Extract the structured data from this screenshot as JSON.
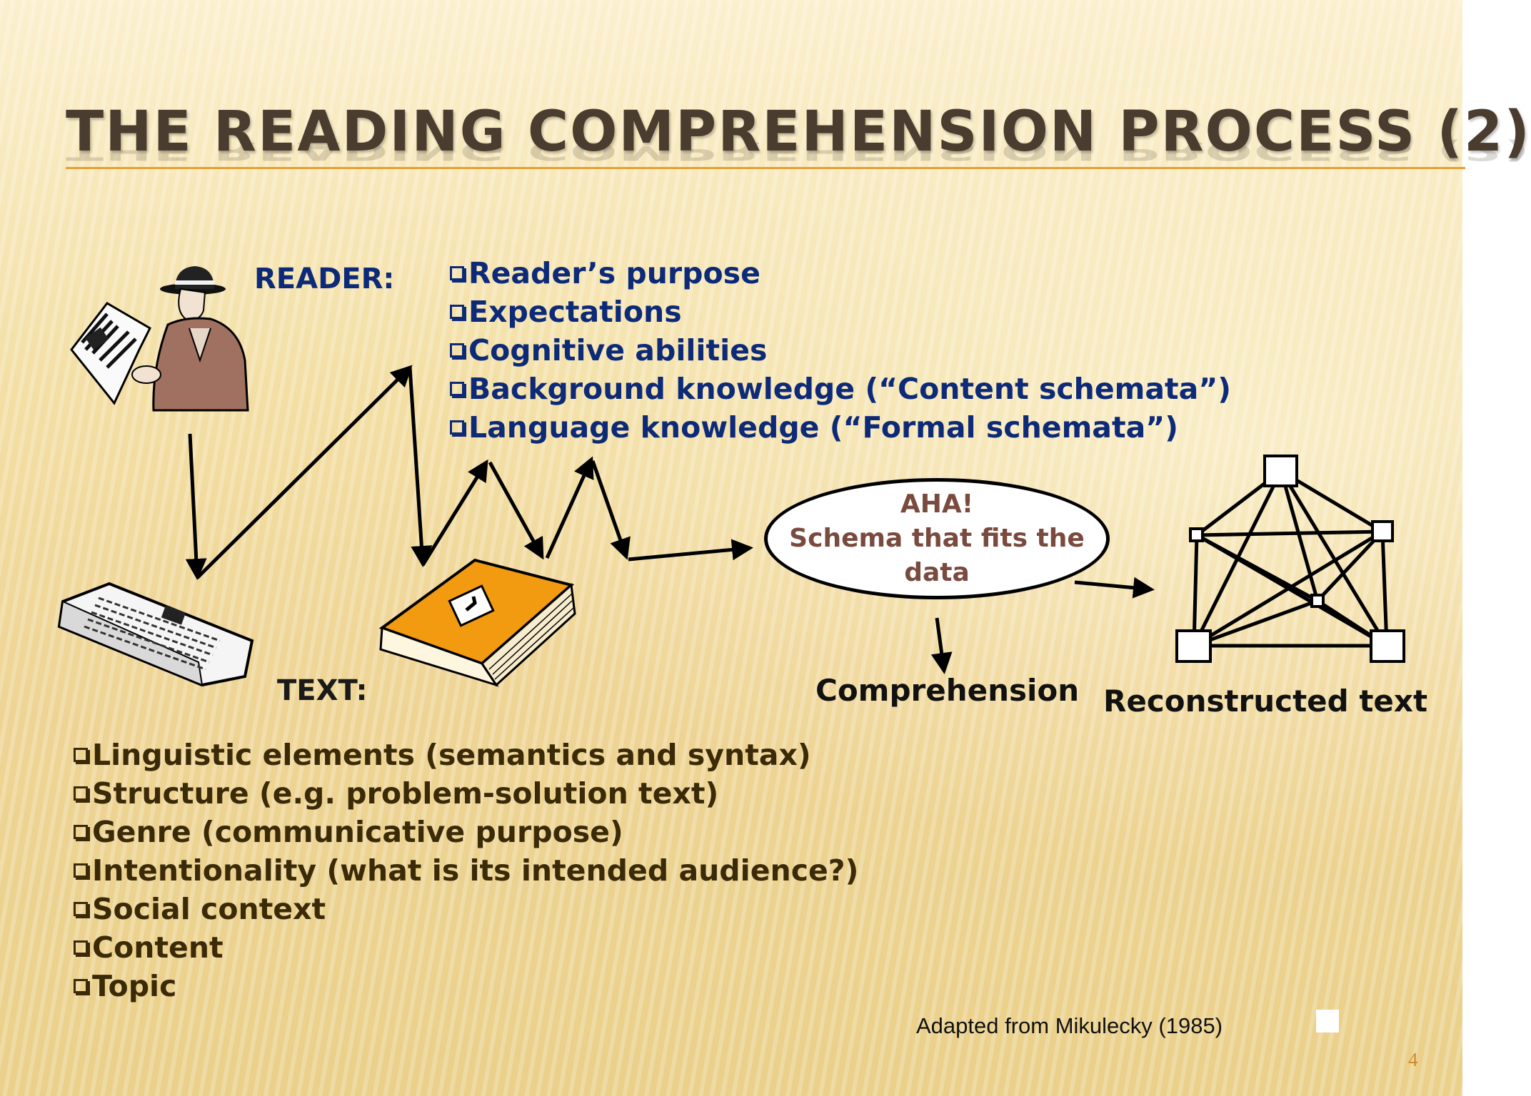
{
  "slide": {
    "title": "THE READING COMPREHENSION PROCESS (2)",
    "page_number": "4",
    "citation": "Adapted from Mikulecky (1985)"
  },
  "reader": {
    "label": "READER:",
    "items": [
      "Reader’s purpose",
      "Expectations",
      "Cognitive abilities",
      "Background knowledge (“Content schemata”)",
      "Language knowledge (“Formal schemata”)"
    ]
  },
  "text": {
    "label": "TEXT:",
    "items": [
      "Linguistic elements (semantics and syntax)",
      "Structure (e.g. problem-solution text)",
      "Genre (communicative purpose)",
      "Intentionality (what is its intended audience?)",
      "Social context",
      "Content",
      "Topic"
    ]
  },
  "schema": {
    "line1": "AHA!",
    "line2": "Schema that fits the",
    "line3": "data"
  },
  "comprehension_label": "Comprehension",
  "reconstructed_label": "Reconstructed text",
  "colors": {
    "reader_text": "#0d2a78",
    "text_list": "#3b2a08",
    "schema_text": "#7a4a3e",
    "title": "#4a3d2f",
    "title_rule": "#e4a035",
    "book_cover": "#f29a10"
  },
  "icons": {
    "reader": "man-reading-newspaper-icon",
    "newspaper": "newspaper-icon",
    "book": "book-icon",
    "network": "network-graph-icon",
    "checkbox": "checkbox-bullet-icon"
  }
}
